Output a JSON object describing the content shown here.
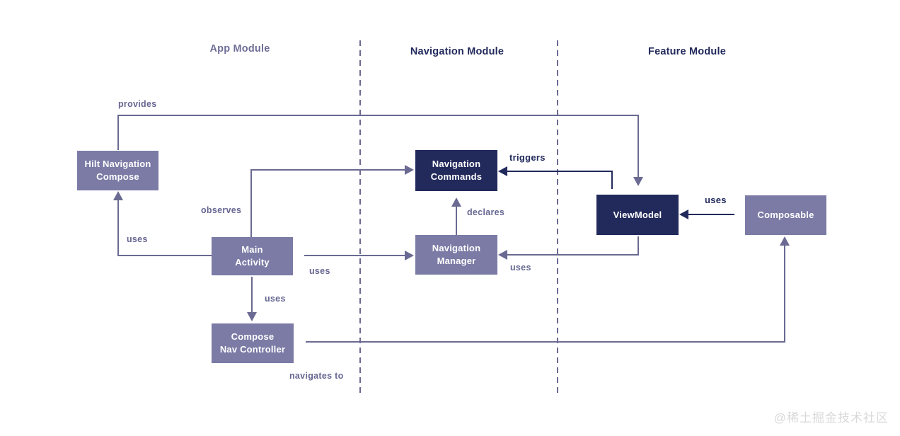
{
  "modules": {
    "app": "App Module",
    "navigation": "Navigation Module",
    "feature": "Feature Module"
  },
  "nodes": {
    "hilt": {
      "line1": "Hilt Navigation",
      "line2": "Compose"
    },
    "main_activity": {
      "line1": "Main",
      "line2": "Activity"
    },
    "compose_nav_controller": {
      "line1": "Compose",
      "line2": "Nav Controller"
    },
    "navigation_commands": {
      "line1": "Navigation",
      "line2": "Commands"
    },
    "navigation_manager": {
      "line1": "Navigation",
      "line2": "Manager"
    },
    "viewmodel": {
      "line1": "ViewModel"
    },
    "composable": {
      "line1": "Composable"
    }
  },
  "edges": {
    "provides": "provides",
    "uses_hilt": "uses",
    "observes": "observes",
    "uses_main_manager": "uses",
    "uses_main_controller": "uses",
    "declares": "declares",
    "uses_vm_manager": "uses",
    "navigates_to": "navigates to",
    "triggers": "triggers",
    "uses_composable_vm": "uses"
  },
  "colors": {
    "navy": "#222a5c",
    "slate": "#7b7ba6",
    "line": "#6a6a92",
    "label": "#666692",
    "app-header": "#6f6f97",
    "watermark": "#d9d9d9"
  },
  "watermark": "@稀土掘金技术社区"
}
